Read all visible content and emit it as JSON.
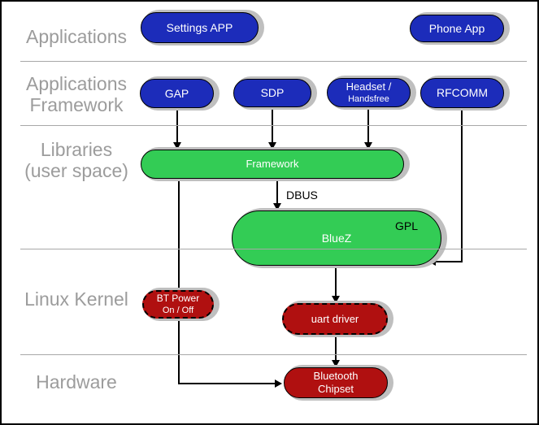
{
  "palette": {
    "app_blue": "#1c2cba",
    "lib_green": "#33cc55",
    "kernel_red": "#b01010",
    "label_gray": "#9c9c9c",
    "divider_gray": "#a8a8a8",
    "shadow_gray": "#bfbfbf",
    "connector_black": "#000000"
  },
  "layers": {
    "applications": "Applications",
    "applications_framework": {
      "line1": "Applications",
      "line2": "Framework"
    },
    "libraries": {
      "line1": "Libraries",
      "line2": "(user space)"
    },
    "linux_kernel": "Linux Kernel",
    "hardware": "Hardware"
  },
  "pills": {
    "settings_app": {
      "label": "Settings APP"
    },
    "phone_app": {
      "label": "Phone App"
    },
    "gap": {
      "label": "GAP"
    },
    "sdp": {
      "label": "SDP"
    },
    "headset": {
      "line1": "Headset /",
      "line2": "Handsfree"
    },
    "rfcomm": {
      "label": "RFCOMM"
    },
    "framework": {
      "label": "Framework"
    },
    "bluez": {
      "label": "BlueZ",
      "badge": "GPL"
    },
    "bt_power": {
      "line1": "BT Power",
      "line2": "On / Off"
    },
    "uart_driver": {
      "label": "uart driver"
    },
    "bluetooth_chipset": {
      "line1": "Bluetooth",
      "line2": "Chipset"
    }
  },
  "annotations": {
    "dbus": "DBUS"
  }
}
